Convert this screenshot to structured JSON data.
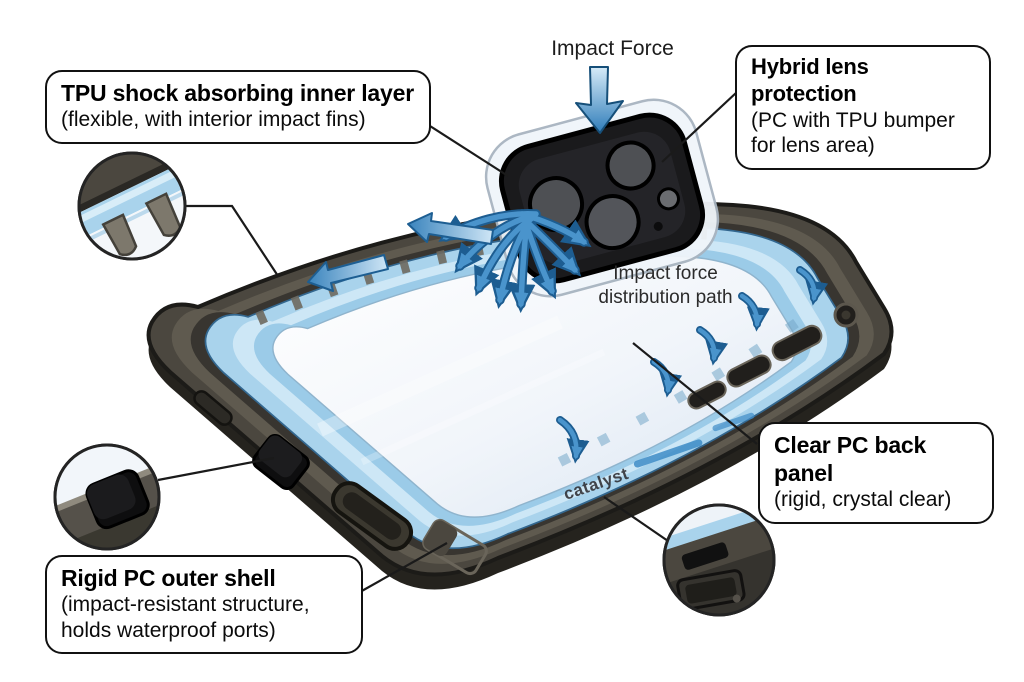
{
  "diagram": {
    "background": "#ffffff",
    "labels": {
      "impact_force": "Impact Force",
      "distribution_line1": "Impact force",
      "distribution_line2": "distribution path",
      "brand": "catalyst"
    },
    "callouts": [
      {
        "id": "tpu",
        "title": "TPU shock absorbing inner layer",
        "description": "(flexible, with interior impact fins)"
      },
      {
        "id": "lens",
        "title": "Hybrid lens protection",
        "description": "(PC with TPU bumper for lens area)"
      },
      {
        "id": "back",
        "title": "Clear PC back panel",
        "description": "(rigid, crystal clear)"
      },
      {
        "id": "shell",
        "title": "Rigid PC outer shell",
        "description": "(impact-resistant structure, holds waterproof ports)"
      }
    ],
    "magnifiers": [
      {
        "id": "impact-fins-detail"
      },
      {
        "id": "waterproof-port-plug-detail"
      },
      {
        "id": "open-port-latch-detail"
      }
    ],
    "colors": {
      "arrow_blue": "#3e8cc7",
      "arrow_blue_dark": "#1d5d91",
      "tpu_band": "#a9d3ec",
      "tpu_band_light": "#cde7f6",
      "outer_shell": "#4b473f",
      "camera_black": "#1a1a1c",
      "panel_tint": "#dbe6f3",
      "line_black": "#1a1a1a"
    }
  }
}
